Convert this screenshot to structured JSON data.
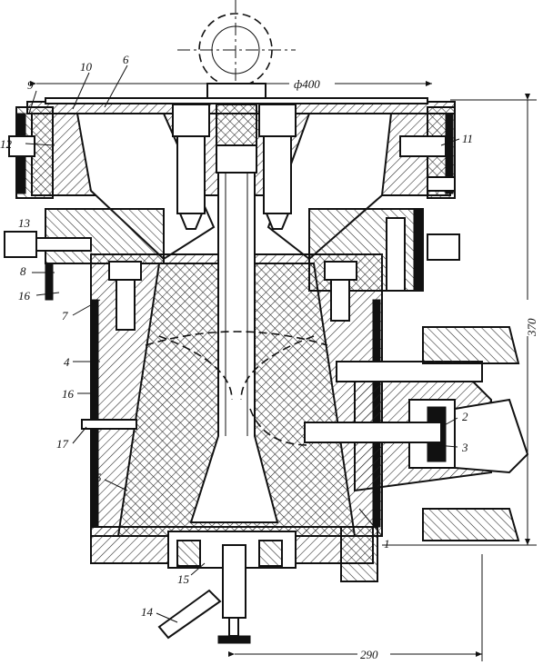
{
  "dimensions": {
    "diameter": "ф400",
    "height": "370",
    "width": "290"
  },
  "part_labels": {
    "p1": "1",
    "p2": "2",
    "p3": "3",
    "p4": "4",
    "p5": "5",
    "p6": "6",
    "p7": "7",
    "p8": "8",
    "p9": "9",
    "p10": "10",
    "p11": "11",
    "p12": "12",
    "p13": "13",
    "p14": "14",
    "p15": "15",
    "p16a": "16",
    "p16b": "16",
    "p17": "17"
  }
}
